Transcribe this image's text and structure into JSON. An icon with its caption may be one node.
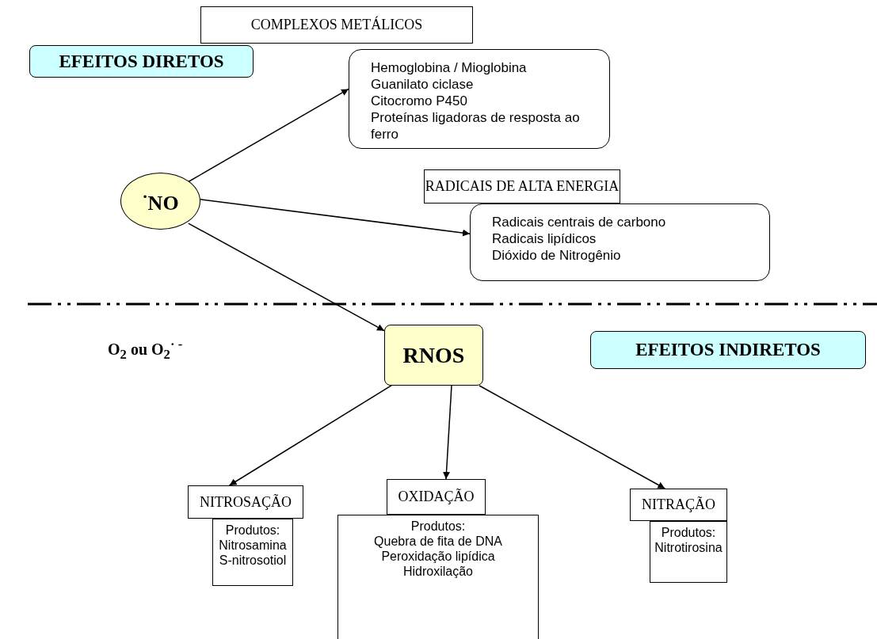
{
  "diagram": {
    "nodes": [
      {
        "text": [
          "EFEITOS DIRETOS"
        ]
      },
      {
        "text": [
          "COMPLEXOS METÁLICOS"
        ]
      },
      {
        "text": [
          "Hemoglobina / Mioglobina",
          "Guanilato ciclase",
          "Citocromo P450",
          "Proteínas ligadoras de resposta ao ferro"
        ]
      },
      {
        "text": [
          "$^{·}$NO"
        ]
      },
      {
        "text": [
          "RADICAIS DE ALTA ENERGIA"
        ]
      },
      {
        "text": [
          "Radicais centrais de carbono",
          "Radicais lipídicos",
          "Dióxido de Nitrogênio"
        ]
      },
      {
        "text": [
          "EFEITOS INDIRETOS"
        ]
      },
      {
        "text": [
          "RNOS"
        ]
      },
      {
        "text": [
          "NITROSAÇÃO"
        ]
      },
      {
        "text": [
          "Produtos:",
          "Nitrosamina",
          "S-nitrosotiol"
        ]
      },
      {
        "text": [
          "OXIDAÇÃO"
        ]
      },
      {
        "text": [
          "Produtos:",
          "Quebra de fita de DNA",
          "Peroxidação lipídica",
          "Hidroxilação"
        ]
      },
      {
        "text": [
          "NITRAÇÃO"
        ]
      },
      {
        "text": [
          "Produtos:",
          "Nitrotirosina"
        ]
      }
    ],
    "edges": [
      {
        "from": 3,
        "to": 2,
        "arrow": "to"
      },
      {
        "from": 3,
        "to": 5,
        "arrow": "to"
      },
      {
        "from": 3,
        "to": 7,
        "arrow": "to"
      },
      {
        "from": 7,
        "to": 8,
        "arrow": "to"
      },
      {
        "from": 7,
        "to": 10,
        "arrow": "to"
      },
      {
        "from": 7,
        "to": 12,
        "arrow": "to"
      }
    ],
    "labels": [
      "O$_{2}$ ou O$_{2}$$^{· -}$"
    ]
  }
}
